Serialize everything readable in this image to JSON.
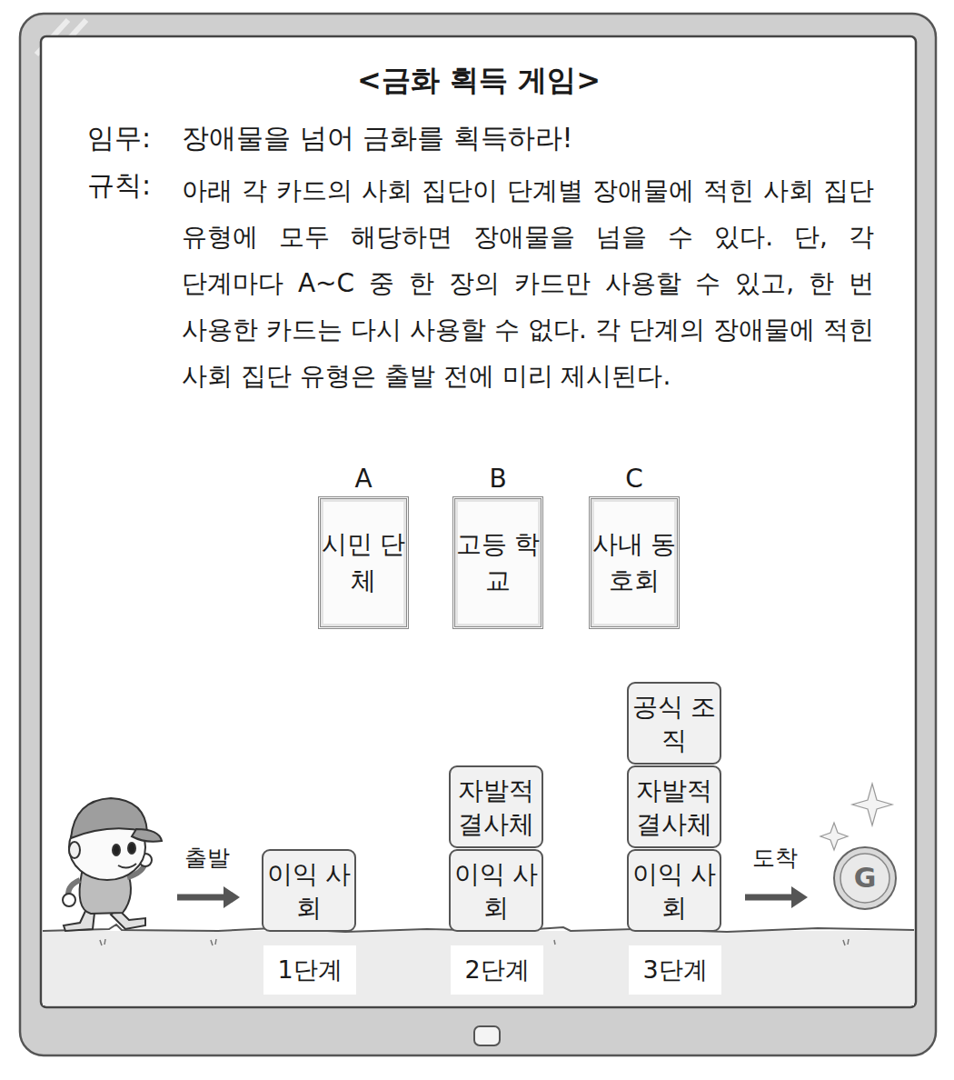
{
  "diagram": {
    "title": "<금화 획득 게임>",
    "nodes": [
      {
        "text": [
          "A",
          "시민 단체"
        ]
      },
      {
        "text": [
          "B",
          "고등 학교"
        ]
      },
      {
        "text": [
          "C",
          "사내 동호회"
        ]
      },
      {
        "text": [
          "이익 사회"
        ]
      },
      {
        "text": [
          "자발적 결사체"
        ]
      },
      {
        "text": [
          "이익 사회"
        ]
      },
      {
        "text": [
          "공식 조직"
        ]
      },
      {
        "text": [
          "자발적 결사체"
        ]
      },
      {
        "text": [
          "이익 사회"
        ]
      }
    ],
    "labels": [
      "임무:",
      "장애물을 넘어 금화를 획득하라!",
      "규칙:",
      "아래 각 카드의 사회 집단이 단계별 장애물에 적힌 사회 집단 유형에 모두 해당하면 장애물을 넘을 수 있다. 단, 각 단계마다 A~C 중 한 장의 카드만 사용할 수 있고, 한 번 사용한 카드는 다시 사용할 수 없다. 각 단계의 장애물에 적힌 사회 집단 유형은 출발 전에 미리 제시된다.",
      "출발",
      "도착",
      "1단계",
      "2단계",
      "3단계",
      "G"
    ]
  }
}
